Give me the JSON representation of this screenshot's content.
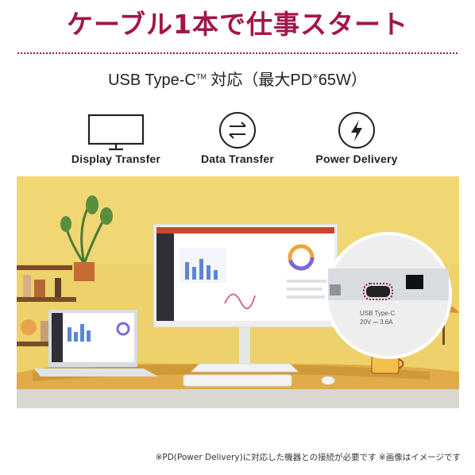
{
  "headline": "ケーブル1本で仕事スタート",
  "subhead": {
    "prefix": "USB Type-C",
    "tm": "TM",
    "suffix": " 対応（最大PD",
    "mark": "※",
    "tail": "65W）"
  },
  "features": [
    {
      "label": "Display Transfer",
      "icon": "monitor-icon"
    },
    {
      "label": "Data Transfer",
      "icon": "swap-arrows-icon"
    },
    {
      "label": "Power Delivery",
      "icon": "lightning-bolt-icon"
    }
  ],
  "photo": {
    "caption": "",
    "port_label_1": "USB Type-C",
    "port_label_2": "20V ⎓ 3.6A",
    "colors": {
      "wall": "#edd16a",
      "desk": "#e2b04a",
      "accent": "#a3154a"
    }
  },
  "footnote": "※PD(Power Delivery)に対応した機器との接続が必要です ※画像はイメージです",
  "colors": {
    "brand": "#a3154a",
    "text": "#222222"
  }
}
